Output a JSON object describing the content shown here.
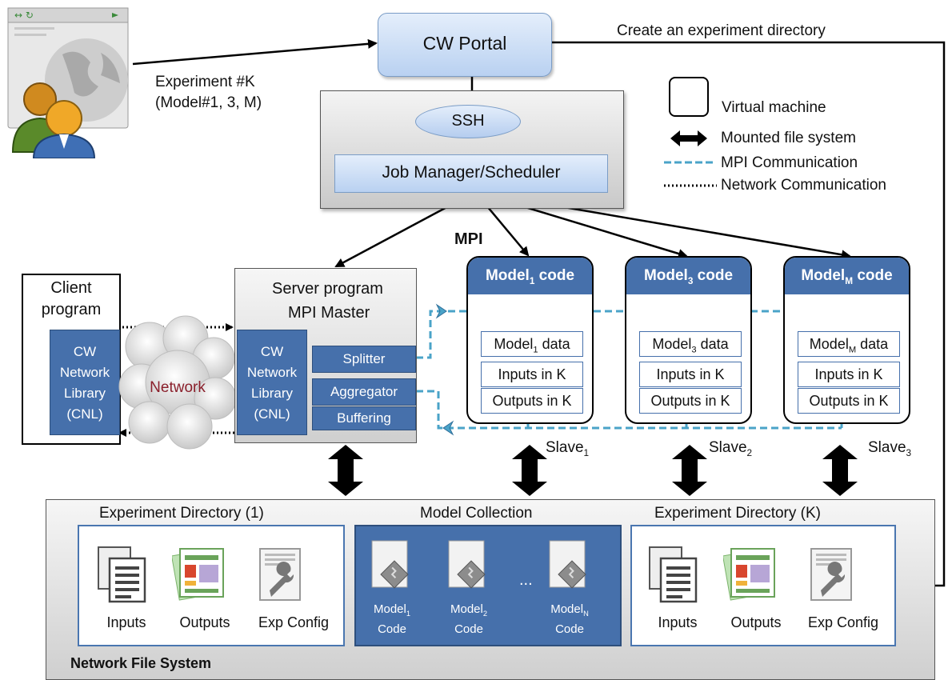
{
  "portal": {
    "label": "CW Portal"
  },
  "scheduler": {
    "ssh_label": "SSH",
    "job_manager_label": "Job Manager/Scheduler"
  },
  "experiment_label": {
    "line1": "Experiment #K",
    "line2": "(Model#1, 3, M)"
  },
  "create_dir_label": "Create an experiment directory",
  "mpi_label": "MPI",
  "legend": {
    "virtual_machine": "Virtual machine",
    "mounted_fs": "Mounted file system",
    "mpi_comm": "MPI Communication",
    "network_comm": "Network Communication"
  },
  "client": {
    "title_line1": "Client",
    "title_line2": "program",
    "lib_lines": [
      "CW",
      "Network",
      "Library",
      "(CNL)"
    ]
  },
  "network_label": "Network",
  "server": {
    "title_line1": "Server program",
    "title_line2": "MPI Master",
    "lib_lines": [
      "CW",
      "Network",
      "Library",
      "(CNL)"
    ],
    "modules": [
      "Splitter",
      "Aggregator",
      "Buffering"
    ]
  },
  "slaves": [
    {
      "model_base": "Model",
      "model_sub": "1",
      "code": "code",
      "data": "data",
      "inputs": "Inputs in K",
      "outputs": "Outputs in K",
      "slave_base": "Slave",
      "slave_sub": "1"
    },
    {
      "model_base": "Model",
      "model_sub": "3",
      "code": "code",
      "data": "data",
      "inputs": "Inputs in K",
      "outputs": "Outputs in K",
      "slave_base": "Slave",
      "slave_sub": "2"
    },
    {
      "model_base": "Model",
      "model_sub": "M",
      "code": "code",
      "data": "data",
      "inputs": "Inputs in K",
      "outputs": "Outputs in K",
      "slave_base": "Slave",
      "slave_sub": "3"
    }
  ],
  "nfs": {
    "label": "Network File System",
    "exp_dir_1": {
      "title": "Experiment Directory (1)",
      "items": [
        "Inputs",
        "Outputs",
        "Exp Config"
      ]
    },
    "model_collection": {
      "title": "Model Collection",
      "ellipsis": "...",
      "items": [
        {
          "base": "Model",
          "sub": "1",
          "line2": "Code"
        },
        {
          "base": "Model",
          "sub": "2",
          "line2": "Code"
        },
        {
          "base": "Model",
          "sub": "N",
          "line2": "Code"
        }
      ]
    },
    "exp_dir_k": {
      "title": "Experiment Directory (K)",
      "items": [
        "Inputs",
        "Outputs",
        "Exp Config"
      ]
    }
  },
  "colors": {
    "accent_blue": "#4670ab",
    "light_blue": "#b9d1f1",
    "mpi_dash": "#4aa3c8",
    "network_label": "#8a1f2b"
  }
}
